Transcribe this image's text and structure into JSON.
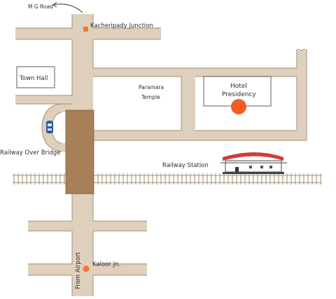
{
  "labels": {
    "mg_road": "M G Road",
    "kacheripady_junction": "Kacheripady Junction",
    "town_hall": "Town Hall",
    "paramara_temple_1": "Paramara",
    "paramara_temple_2": "Temple",
    "hotel_1": "Hotel",
    "hotel_2": "Presidency",
    "railway_over_bridge": "Railway Over Bridge",
    "railway_station": "Railway Station",
    "kaloor_jn": "Kaloor Jn.",
    "from_airport": "From Airport"
  },
  "colors": {
    "road": "#dfd0bd",
    "road_edge": "#ad9f8d",
    "bridge": "#a77f58",
    "marker": "#f4762f",
    "hotel_marker": "#f25d23",
    "station_roof": "#d23b3b",
    "car": "#2c5aa8"
  },
  "icons": {
    "car": "car-icon",
    "train_station": "railway-station-icon",
    "arrow": "curved-arrow-icon"
  }
}
